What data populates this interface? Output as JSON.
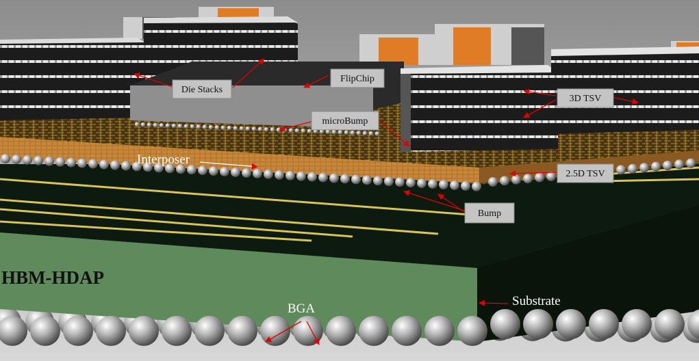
{
  "title": "HBM-HDAP",
  "labels": {
    "die_stacks": "Die Stacks",
    "flipchip": "FlipChip",
    "microbump": "microBump",
    "tsv_3d": "3D TSV",
    "tsv_25d": "2.5D TSV",
    "interposer": "Interposer",
    "bump": "Bump",
    "bga": "BGA",
    "substrate": "Substrate"
  },
  "colors": {
    "substrate_front": "#5f8a5c",
    "substrate_top": "#0d1a0f",
    "interposer": "#c98a3c",
    "annotation_arrow": "#e00000",
    "label_box": "#c4c4c4"
  }
}
